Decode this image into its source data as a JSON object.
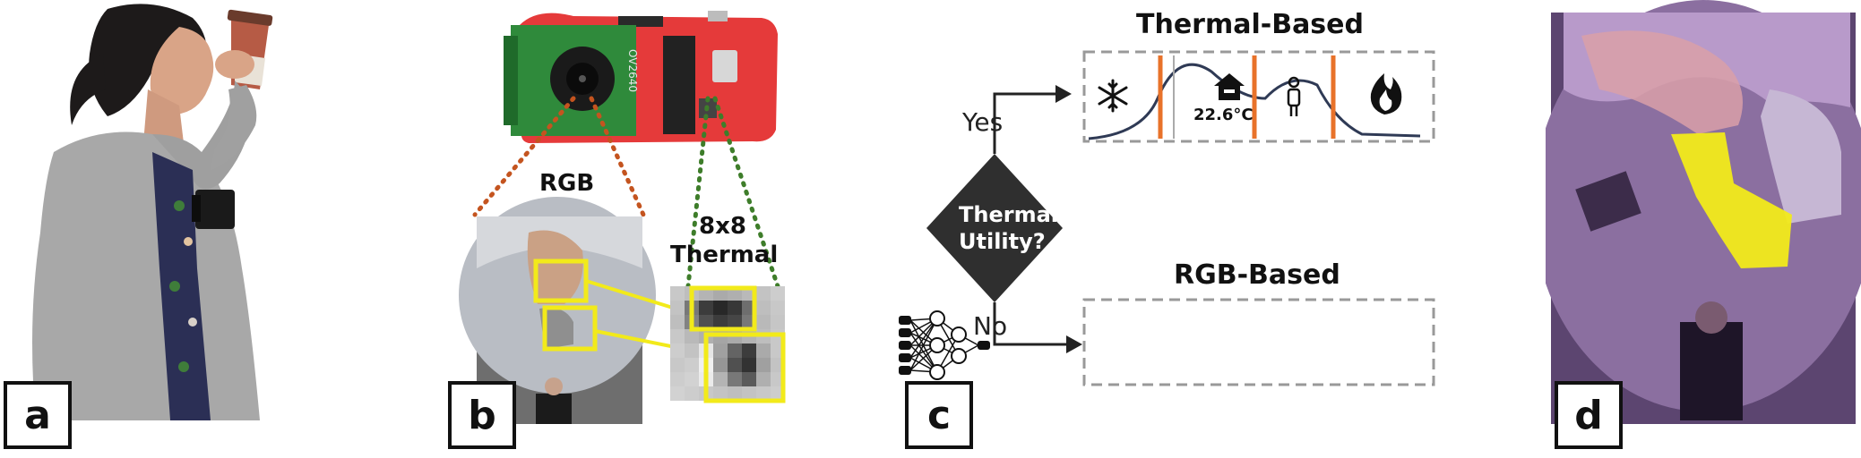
{
  "panels": {
    "a": {
      "letter": "a"
    },
    "b": {
      "letter": "b",
      "board_chip_label": "OV2640",
      "rgb_label": "RGB",
      "thermal_label_line1": "8x8",
      "thermal_label_line2": "Thermal"
    },
    "c": {
      "letter": "c",
      "decision_line1": "Thermal",
      "decision_line2": "Utility?",
      "yes_label": "Yes",
      "no_label": "No",
      "thermal_title": "Thermal-Based",
      "rgb_title": "RGB-Based",
      "room_temp": "22.6°C",
      "thermal_icons": [
        "snowflake-icon",
        "home-temperature-icon",
        "person-icon",
        "fire-icon"
      ]
    },
    "d": {
      "letter": "d"
    }
  },
  "colors": {
    "highlight": "#f2ea1a",
    "divider_orange": "#e8722a",
    "rgb_dots": "#c4541f",
    "thermal_dots": "#3e7d2a",
    "decision_fill": "#2f2f2f",
    "overlay_purple": "#9a6bb8",
    "board_red": "#e53a3a",
    "board_green": "#2f8a3b"
  }
}
